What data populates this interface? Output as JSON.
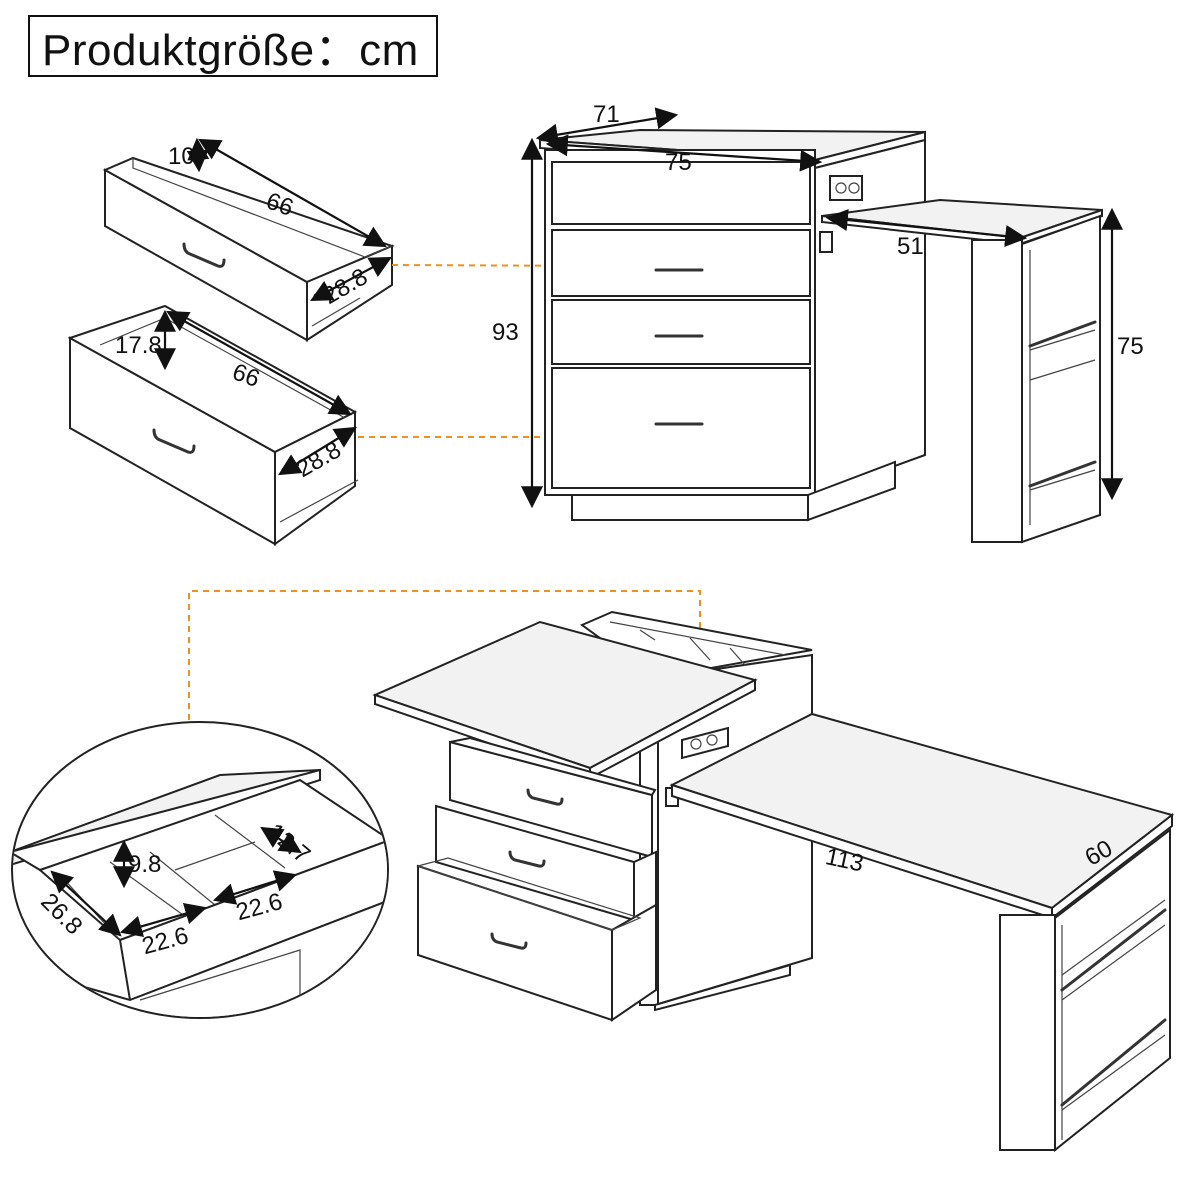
{
  "title": "Produktgröße：cm",
  "dimensions": {
    "top_drawer_height": "10",
    "top_drawer_depth": "66",
    "top_drawer_width": "28.8",
    "bottom_drawer_height": "17.8",
    "bottom_drawer_depth": "66",
    "bottom_drawer_width": "28.8",
    "cabinet_depth": "71",
    "cabinet_width": "75",
    "cabinet_height": "93",
    "desk_extension_width": "51",
    "desk_height": "75",
    "compartment_height": "9.8",
    "compartment_depth_small": "12.7",
    "compartment_depth": "26.8",
    "compartment_width_a": "22.6",
    "compartment_width_b": "22.6",
    "desk_length": "113",
    "desk_depth": "60"
  },
  "colors": {
    "accent_orange": "#f0901e",
    "line": "#222222",
    "board_fill": "#f2f2f2"
  }
}
